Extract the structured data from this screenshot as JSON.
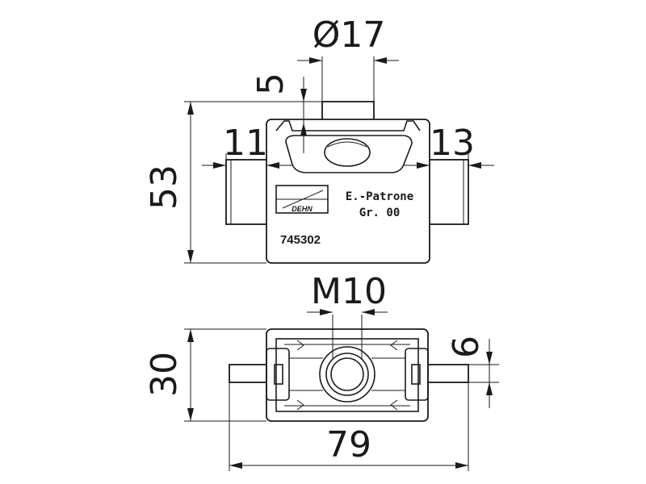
{
  "dimensions": {
    "diameter": "Ø17",
    "top_height": "5",
    "left_width": "11",
    "right_width": "13",
    "total_height": "53",
    "thread": "M10",
    "bottom_height": "30",
    "pin_diameter": "6",
    "total_length": "79"
  },
  "label": {
    "line1": "E.-Patrone",
    "line2": "Gr. 00",
    "article_number": "745302",
    "logo_text": "DEHN"
  }
}
